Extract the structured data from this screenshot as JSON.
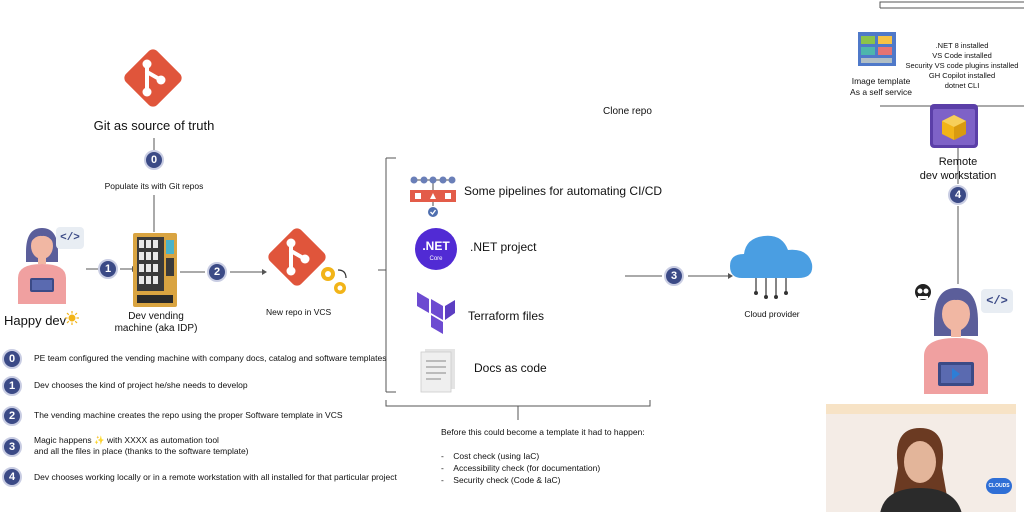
{
  "git": {
    "label": "Git as source of truth",
    "step": "0",
    "caption": "Populate its with Git repos"
  },
  "dev": {
    "label": "Happy dev",
    "code_icon": "</>"
  },
  "vending": {
    "label_line1": "Dev vending",
    "label_line2": "machine (aka IDP)",
    "step": "1"
  },
  "new_repo": {
    "label": "New repo in VCS",
    "step": "2"
  },
  "clone": {
    "label": "Clone repo"
  },
  "artifacts": [
    {
      "label": "Some pipelines for automating CI/CD",
      "icon": "pipeline-icon"
    },
    {
      "label": ".NET project",
      "icon": "dotnet-icon",
      "logo_text": ".NET",
      "logo_sub": "Core"
    },
    {
      "label": "Terraform files",
      "icon": "terraform-icon"
    },
    {
      "label": "Docs as code",
      "icon": "docs-icon"
    }
  ],
  "cloud": {
    "label": "Cloud provider",
    "step": "3"
  },
  "remote": {
    "label_line1": "Remote",
    "label_line2": "dev workstation",
    "step": "4",
    "code_icon": "</>"
  },
  "image_template": {
    "label_line1": "Image template",
    "label_line2": "As a self service",
    "items": [
      ".NET 8 installed",
      "VS Code installed",
      "Security VS code plugins installed",
      "GH Copilot installed",
      "dotnet CLI"
    ]
  },
  "before": {
    "title": "Before this could become a template it had to happen:",
    "items": [
      "Cost check (using IaC)",
      "Accessibility check (for documentation)",
      "Security check (Code & IaC)"
    ]
  },
  "legend": [
    {
      "num": "0",
      "text": "PE team configured the vending machine with company docs, catalog and software templates"
    },
    {
      "num": "1",
      "text": "Dev chooses the kind of project he/she needs to develop"
    },
    {
      "num": "2",
      "text": "The vending machine creates the repo using the proper Software template in VCS"
    },
    {
      "num": "3",
      "text": "Magic happens ✨ with XXXX as automation tool",
      "text2": "and all the files in place (thanks to the software template)"
    },
    {
      "num": "4",
      "text": "Dev chooses working locally or in a remote workstation with all installed for that particular project"
    }
  ],
  "video": {
    "badge": "CLOUDS"
  },
  "colors": {
    "git": "#e0553b",
    "badge": "#3b4a86",
    "terraform": "#6d4bd1",
    "dotnet": "#512bd4",
    "cloud": "#4a9ee2",
    "dev_skin": "#f1b7a3",
    "dev_shirt": "#f0a0a0"
  }
}
